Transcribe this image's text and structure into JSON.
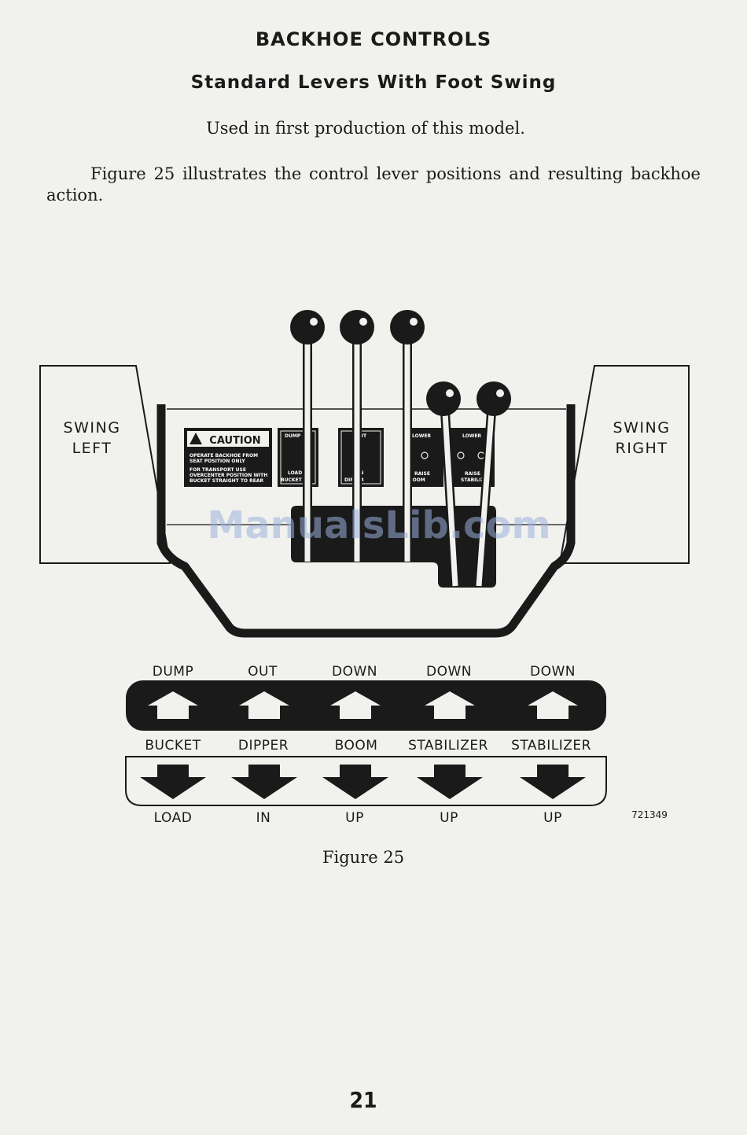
{
  "title": "BACKHOE CONTROLS",
  "subtitle": "Standard Levers With Foot Swing",
  "note": "Used in first production of this model.",
  "paragraph": "Figure 25 illustrates the control lever positions and resulting backhoe action.",
  "figure": {
    "swing_left": [
      "SWING",
      "LEFT"
    ],
    "swing_right": [
      "SWING",
      "RIGHT"
    ],
    "caution": {
      "heading": "CAUTION",
      "lines": [
        "OPERATE BACKHOE FROM",
        "SEAT POSITION ONLY",
        "FOR TRANSPORT USE",
        "OVERCENTER POSITION WITH",
        "BUCKET STRAIGHT TO REAR"
      ]
    },
    "decals": [
      {
        "top": "DUMP",
        "bottom": "LOAD",
        "name": "BUCKET"
      },
      {
        "top": "OUT",
        "bottom": "IN",
        "name": "DIPPER"
      },
      {
        "top": "LOWER",
        "bottom": "RAISE",
        "name": "BOOM"
      },
      {
        "top": "LOWER",
        "bottom": "RAISE",
        "name": "STABILIZER"
      }
    ],
    "controls": [
      {
        "up": "DUMP",
        "name": "BUCKET",
        "down": "LOAD"
      },
      {
        "up": "OUT",
        "name": "DIPPER",
        "down": "IN"
      },
      {
        "up": "DOWN",
        "name": "BOOM",
        "down": "UP"
      },
      {
        "up": "DOWN",
        "name": "STABILIZER",
        "down": "UP"
      },
      {
        "up": "DOWN",
        "name": "STABILIZER",
        "down": "UP"
      }
    ],
    "part_number": "721349"
  },
  "watermark": "ManualsLib.com",
  "caption": "Figure 25",
  "page_number": "21"
}
